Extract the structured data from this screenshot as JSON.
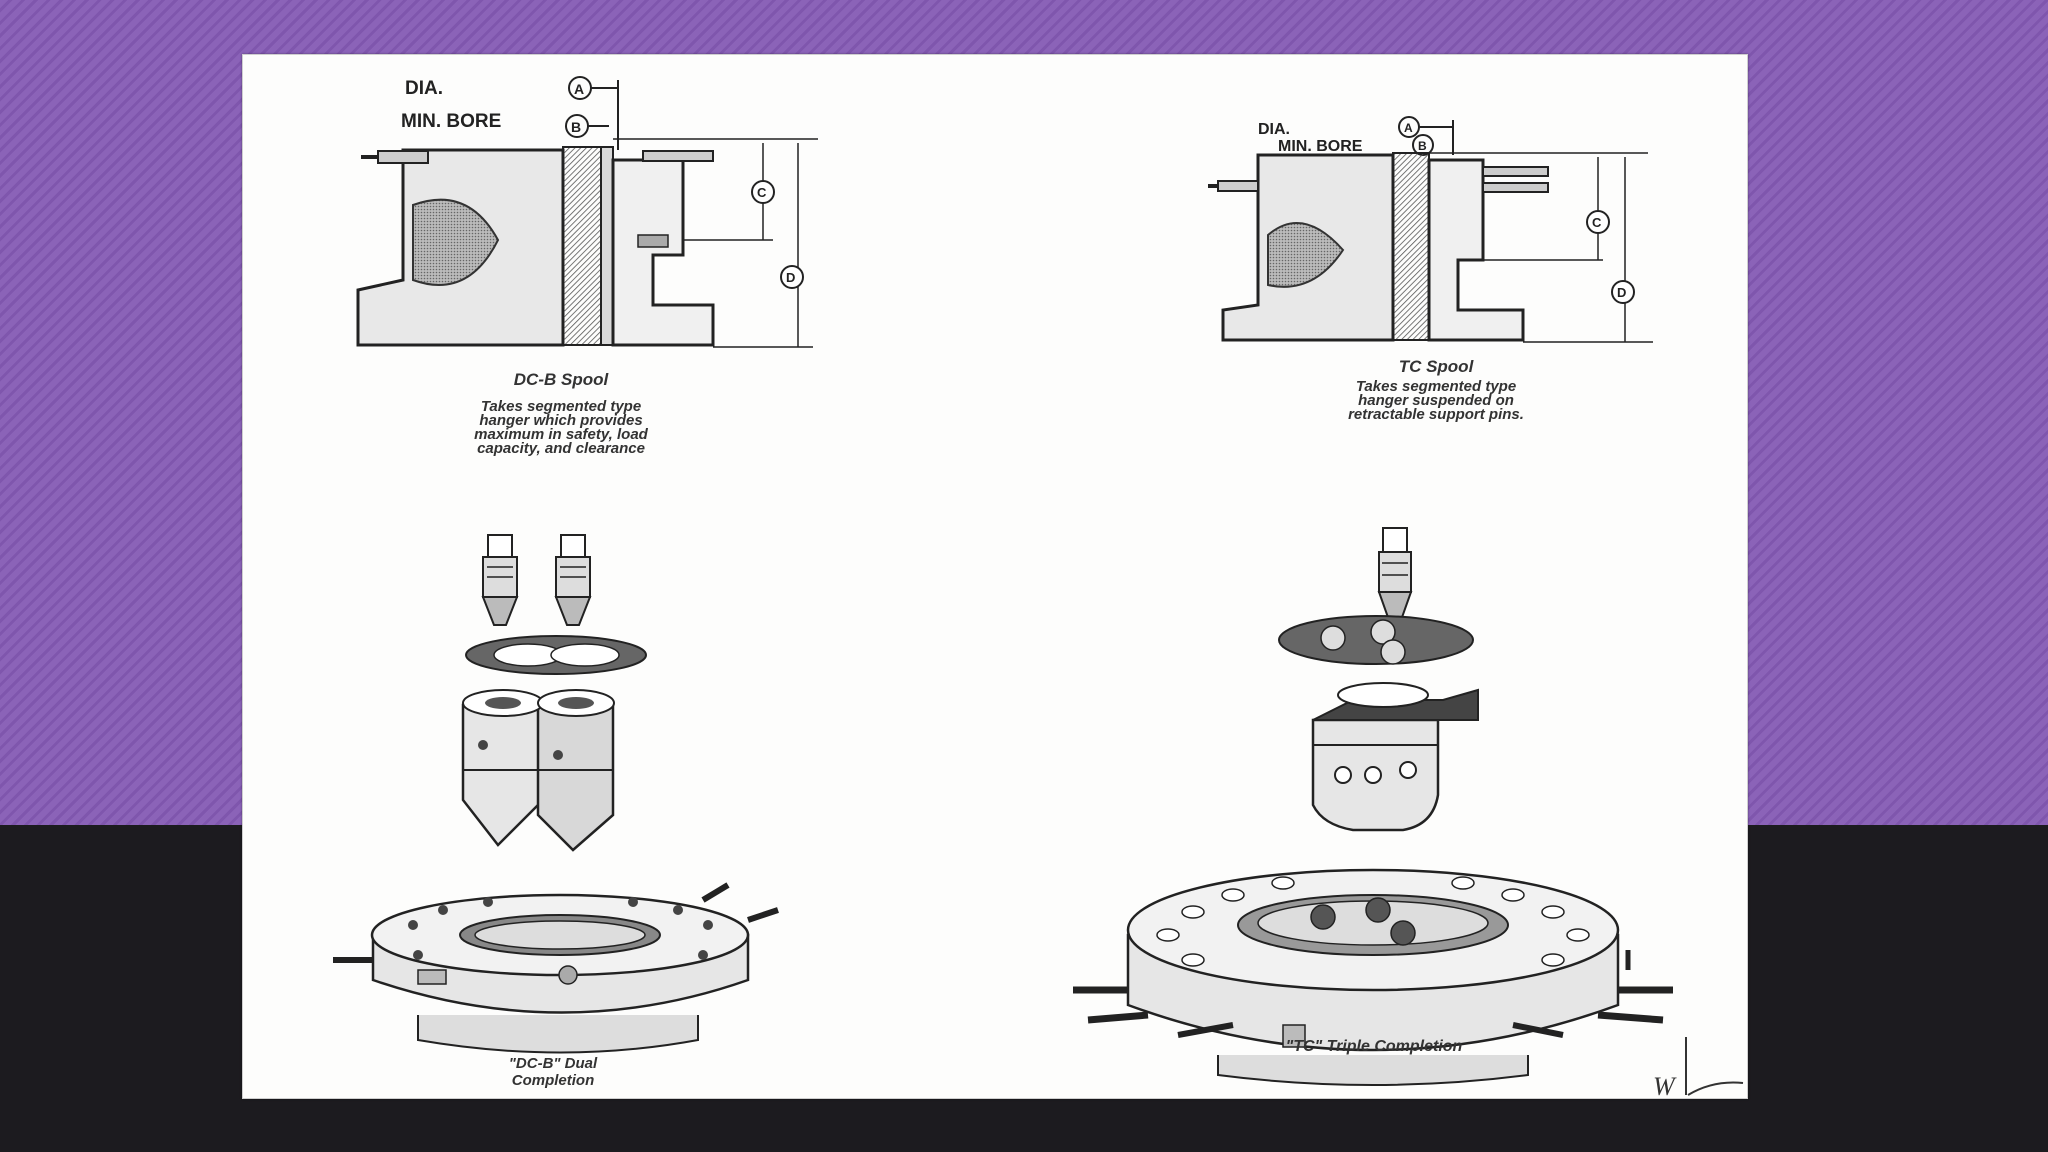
{
  "dcb_drawing": {
    "dia_label": "DIA.",
    "bore_label": "MIN. BORE",
    "callout_a": "A",
    "callout_b": "B",
    "callout_c": "C",
    "callout_d": "D",
    "title": "DC-B Spool",
    "desc_lines": [
      "Takes segmented type",
      "hanger which provides",
      "maximum in safety, load",
      "capacity, and clearance"
    ]
  },
  "tc_drawing": {
    "dia_label": "DIA.",
    "bore_label": "MIN. BORE",
    "callout_a": "A",
    "callout_b": "B",
    "callout_c": "C",
    "callout_d": "D",
    "title": "TC Spool",
    "desc_lines": [
      "Takes segmented type",
      "hanger suspended on",
      "retractable support pins."
    ]
  },
  "dual_assembly": {
    "caption_lines": [
      "\"DC-B\" Dual",
      "Completion"
    ]
  },
  "triple_assembly": {
    "caption": "\"TC\" Triple Completion"
  },
  "signature_mark": "W"
}
